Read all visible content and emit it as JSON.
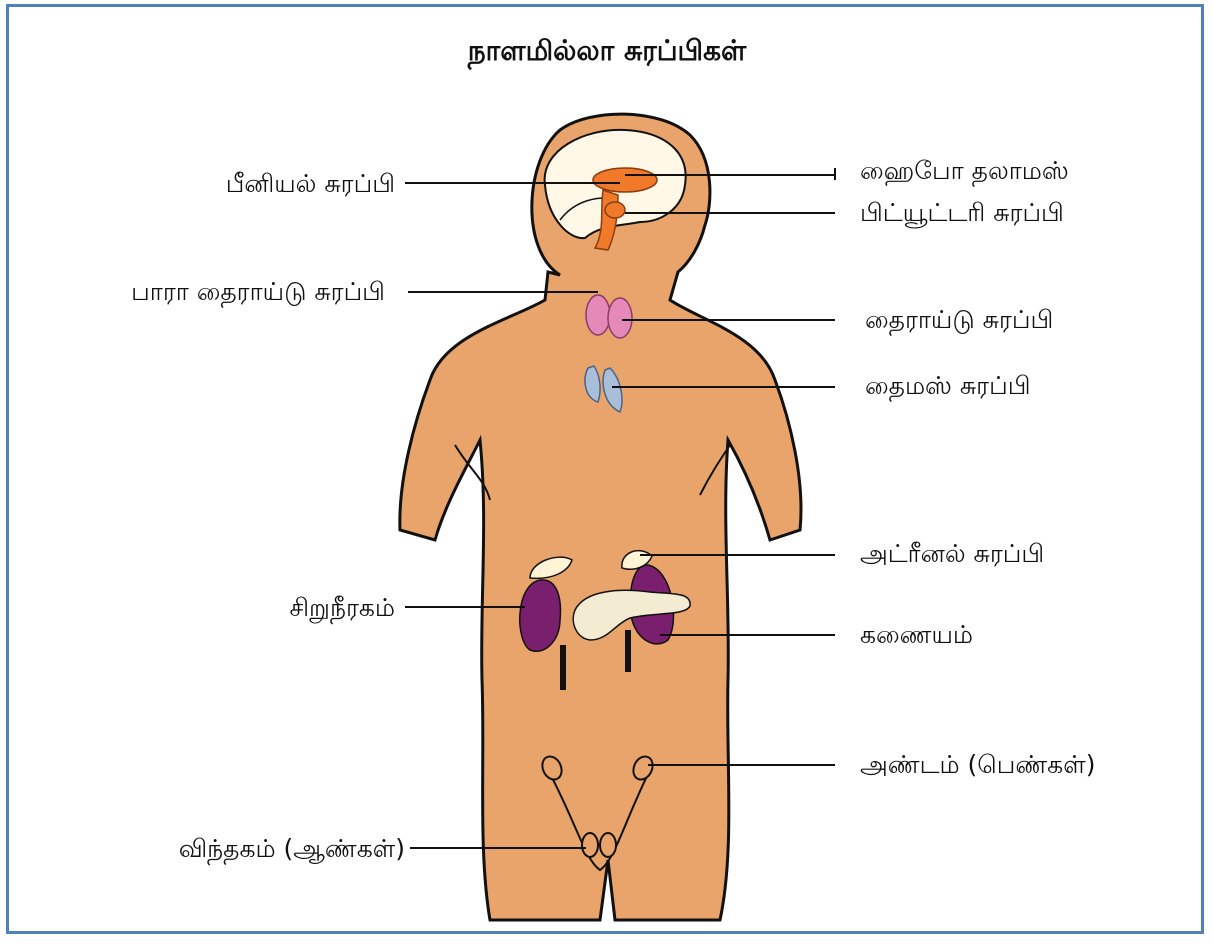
{
  "title": "நாளமில்லா சுரப்பிகள்",
  "labels": {
    "pineal": "பீனியல் சுரப்பி",
    "hypothalamus": "ஹைபோ தலாமஸ்",
    "pituitary": "பிட்யூட்டரி சுரப்பி",
    "parathyroid": "பாரா தைராய்டு சுரப்பி",
    "thyroid": "தைராய்டு சுரப்பி",
    "thymus": "தைமஸ் சுரப்பி",
    "adrenal": "அட்ரீனல் சுரப்பி",
    "kidney": "சிறுநீரகம்",
    "pancreas": "கணையம்",
    "ovary": "அண்டம் (பெண்கள்)",
    "testes": "விந்தகம் (ஆண்கள்)"
  },
  "colors": {
    "border": "#4f81bd",
    "skin": "#e8a46a",
    "brain": "#fff8e7",
    "pituitary": "#f07a2a",
    "thyroid": "#e58ab8",
    "thymus": "#a9bfd9",
    "kidney": "#7a1f6e",
    "adrenal": "#fff5d6",
    "pancreas": "#f3ecd2"
  }
}
